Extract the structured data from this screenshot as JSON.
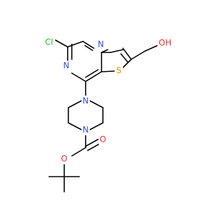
{
  "atoms": {
    "cl": {
      "label": "Cl",
      "color": "#1fc21f"
    },
    "n_top": {
      "label": "N",
      "color": "#3050f8"
    },
    "n_left": {
      "label": "N",
      "color": "#3050f8"
    },
    "s": {
      "label": "S",
      "color": "#c8a000"
    },
    "oh": {
      "label": "OH",
      "color": "#ff2a2a"
    },
    "n_pip_top": {
      "label": "N",
      "color": "#3050f8"
    },
    "n_pip_bottom": {
      "label": "N",
      "color": "#3050f8"
    },
    "o_carbonyl": {
      "label": "O",
      "color": "#ff2a2a"
    },
    "o_ester": {
      "label": "O",
      "color": "#ff2a2a"
    }
  }
}
